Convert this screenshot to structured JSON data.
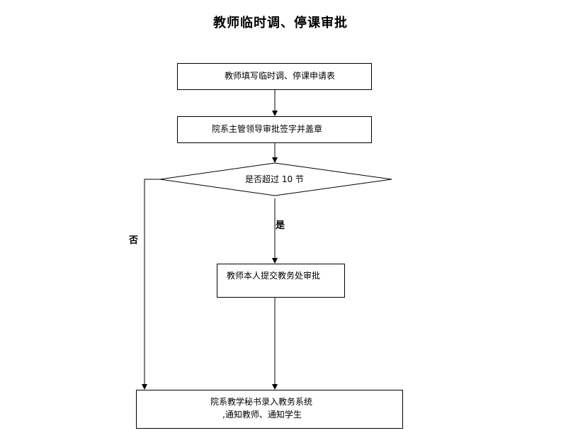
{
  "title": "教师临时调、停课审批",
  "steps": {
    "fill_form": "教师填写临时调、停课申请表",
    "leader_approve": "院系主管领导审批签字并盖章",
    "decision": "是否超过 10 节",
    "submit_office": "教师本人提交教务处审批",
    "record_line1": "院系教学秘书录入教务系统",
    "record_line2": ",通知教师、通知学生"
  },
  "branches": {
    "yes": "是",
    "no": "否"
  }
}
